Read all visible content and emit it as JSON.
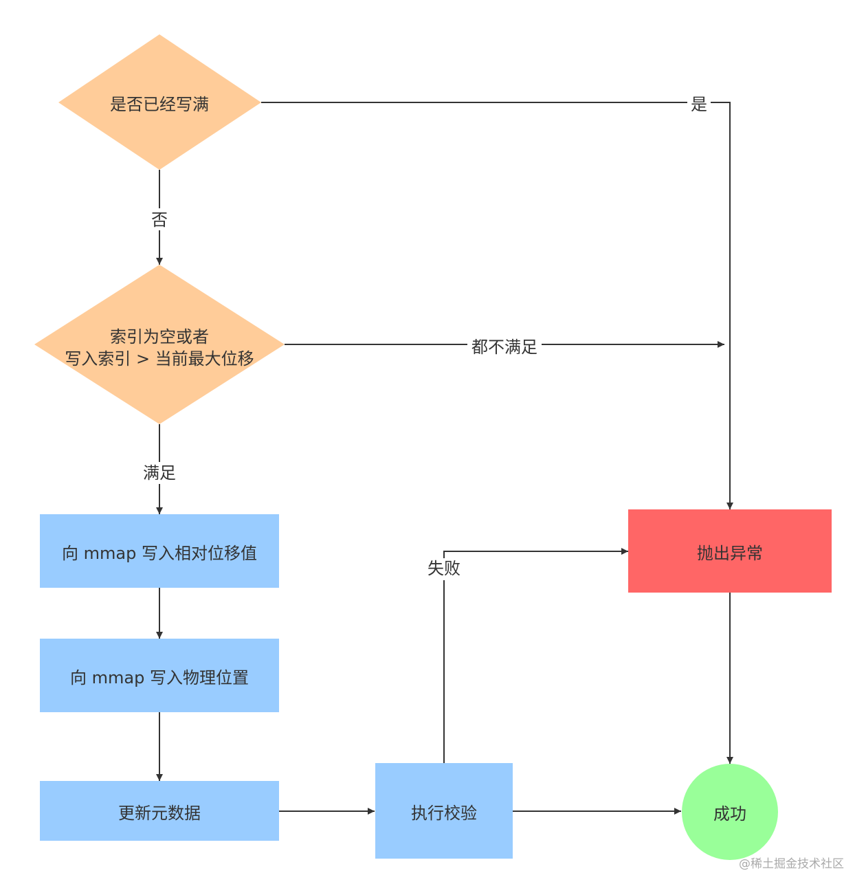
{
  "colors": {
    "decision": "#FFCC99",
    "process": "#99CCFF",
    "error": "#FF6666",
    "success": "#99FF99",
    "line": "#333333",
    "text": "#333333",
    "watermark": "#AAAAAA"
  },
  "nodes": {
    "full_check": {
      "label": "是否已经写满",
      "shape": "diamond"
    },
    "index_check": {
      "label_line1": "索引为空或者",
      "label_line2": "写入索引 > 当前最大位移",
      "shape": "diamond"
    },
    "write_offset": {
      "label": "向 mmap 写入相对位移值",
      "shape": "rectangle"
    },
    "write_position": {
      "label": "向 mmap 写入物理位置",
      "shape": "rectangle"
    },
    "update_metadata": {
      "label": "更新元数据",
      "shape": "rectangle"
    },
    "run_validation": {
      "label": "执行校验",
      "shape": "rectangle"
    },
    "throw_exception": {
      "label": "抛出异常",
      "shape": "rectangle"
    },
    "success": {
      "label": "成功",
      "shape": "circle"
    }
  },
  "edges": {
    "yes_label": "是",
    "no_label": "否",
    "neither_label": "都不满足",
    "satisfied_label": "满足",
    "fail_label": "失败"
  },
  "watermark": "@稀土掘金技术社区"
}
